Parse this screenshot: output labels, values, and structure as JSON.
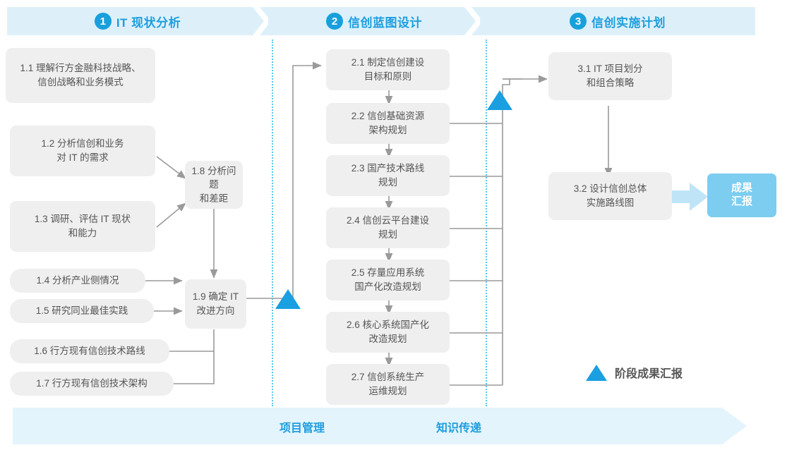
{
  "header": {
    "phases": [
      {
        "num": "1",
        "label": "IT 现状分析"
      },
      {
        "num": "2",
        "label": "信创蓝图设计"
      },
      {
        "num": "3",
        "label": "信创实施计划"
      }
    ]
  },
  "phase1_boxes": [
    {
      "id": "1.1",
      "text": "1.1 理解行方金融科技战略、\n信创战略和业务模式"
    },
    {
      "id": "1.2",
      "text": "1.2 分析信创和业务\n对 IT 的需求"
    },
    {
      "id": "1.3",
      "text": "1.3 调研、评估 IT 现状\n和能力"
    },
    {
      "id": "1.4",
      "text": "1.4 分析产业侧情况"
    },
    {
      "id": "1.5",
      "text": "1.5 研究同业最佳实践"
    },
    {
      "id": "1.6",
      "text": "1.6 行方现有信创技术路线"
    },
    {
      "id": "1.7",
      "text": "1.7 行方现有信创技术架构"
    },
    {
      "id": "1.8",
      "text": "1.8 分析问题\n和差距"
    },
    {
      "id": "1.9",
      "text": "1.9 确定 IT\n改进方向"
    }
  ],
  "phase2_boxes": [
    {
      "id": "2.1",
      "text": "2.1 制定信创建设\n目标和原则"
    },
    {
      "id": "2.2",
      "text": "2.2 信创基础资源\n架构规划"
    },
    {
      "id": "2.3",
      "text": "2.3 国产技术路线\n规划"
    },
    {
      "id": "2.4",
      "text": "2.4 信创云平台建设\n规划"
    },
    {
      "id": "2.5",
      "text": "2.5 存量应用系统\n国产化改造规划"
    },
    {
      "id": "2.6",
      "text": "2.6 核心系统国产化\n改造规划"
    },
    {
      "id": "2.7",
      "text": "2.7 信创系统生产\n运维规划"
    }
  ],
  "phase3_boxes": [
    {
      "id": "3.1",
      "text": "3.1 IT 项目划分\n和组合策略"
    },
    {
      "id": "3.2",
      "text": "3.2 设计信创总体\n实施路线图"
    }
  ],
  "result_box": {
    "text": "成果\n汇报"
  },
  "legend": {
    "label": "阶段成果汇报"
  },
  "bottom_band": {
    "items": [
      {
        "label": "项目管理"
      },
      {
        "label": "知识传递"
      }
    ]
  },
  "colors": {
    "accent_blue": "#1d9ede",
    "band_blue": "#ddf0fa",
    "box_gray": "#efefef",
    "result_blue": "#7ccdf0",
    "triangle_blue": "#1a9fe0",
    "bottom_blue": "#e3f4fc",
    "dotted_blue": "#5cc6ef",
    "text_gray": "#555555"
  }
}
